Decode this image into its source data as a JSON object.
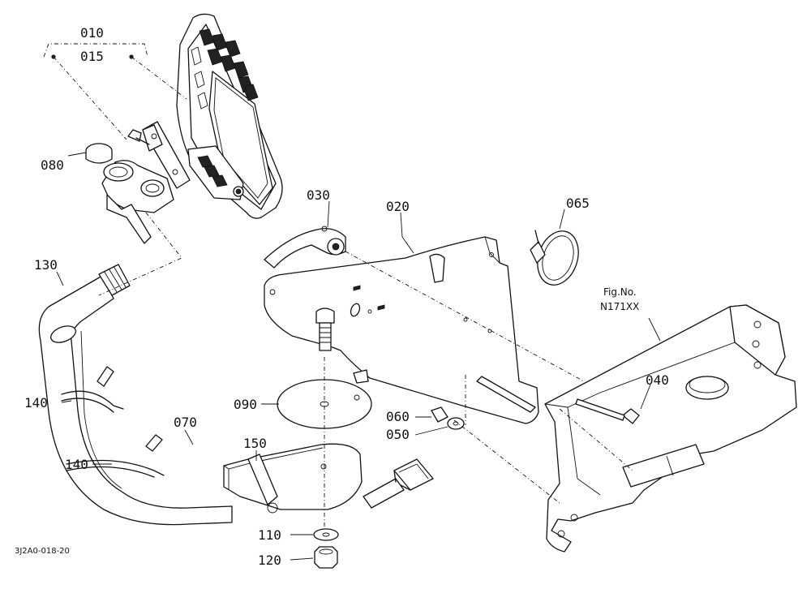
{
  "diagram": {
    "callouts": {
      "p010": "010",
      "p015": "015",
      "p020": "020",
      "p030": "030",
      "p040": "040",
      "p050": "050",
      "p060": "060",
      "p065": "065",
      "p070": "070",
      "p080": "080",
      "p090": "090",
      "p110": "110",
      "p120": "120",
      "p130": "130",
      "p140a": "140",
      "p140b": "140",
      "p150": "150"
    },
    "figure_ref": {
      "line1": "Fig.No.",
      "line2": "N171XX"
    },
    "drawing_code": "3J2A0-018-20"
  }
}
